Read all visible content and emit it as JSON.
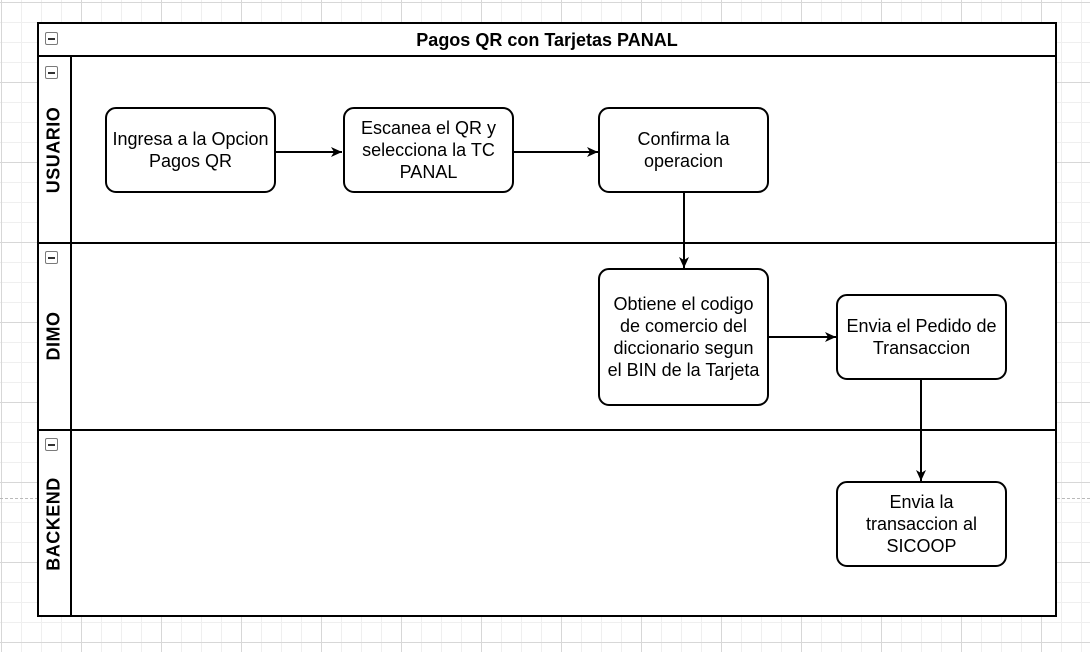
{
  "diagram": {
    "title": "Pagos QR con Tarjetas PANAL",
    "lanes": [
      {
        "id": "usuario",
        "label": "USUARIO"
      },
      {
        "id": "dimo",
        "label": "DIMO"
      },
      {
        "id": "backend",
        "label": "BACKEND"
      }
    ],
    "nodes": {
      "ingresa": "Ingresa a la Opcion Pagos QR",
      "escanea": "Escanea el QR y selecciona la TC PANAL",
      "confirma": "Confirma la operacion",
      "obtiene": "Obtiene el codigo de comercio del diccionario segun el BIN de la Tarjeta",
      "envia_pedido": "Envia el Pedido de Transaccion",
      "envia_sicoop": "Envia la transaccion al SICOOP"
    },
    "edges": [
      {
        "from": "ingresa",
        "to": "escanea"
      },
      {
        "from": "escanea",
        "to": "confirma"
      },
      {
        "from": "confirma",
        "to": "obtiene"
      },
      {
        "from": "obtiene",
        "to": "envia_pedido"
      },
      {
        "from": "envia_pedido",
        "to": "envia_sicoop"
      }
    ]
  }
}
